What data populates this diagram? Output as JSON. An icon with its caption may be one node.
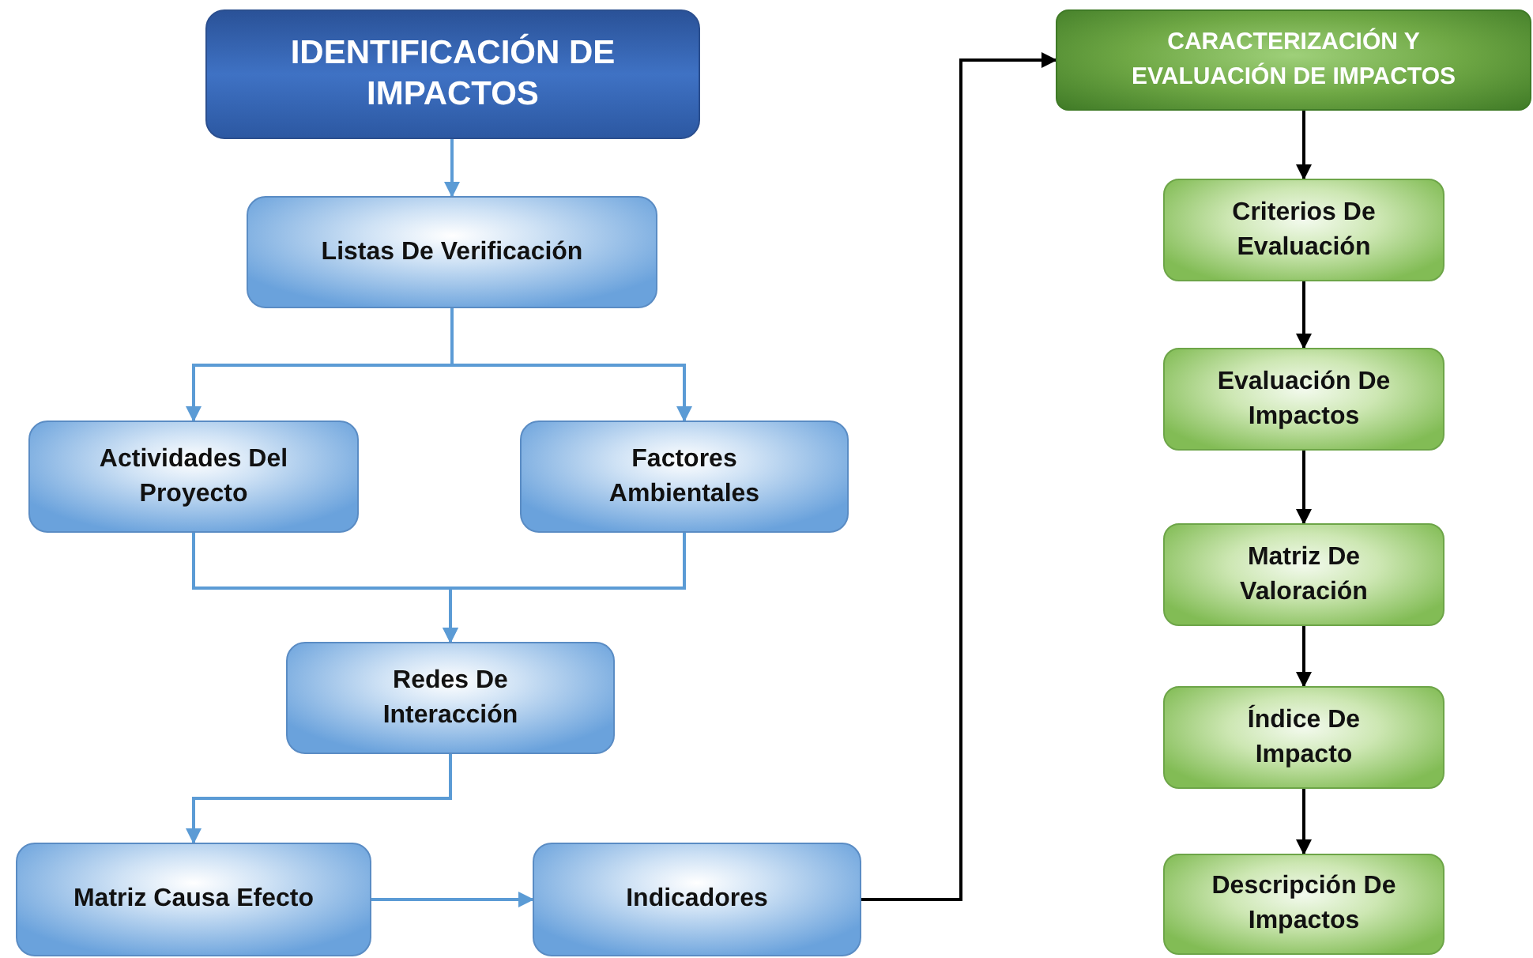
{
  "diagram": {
    "nodes": [
      {
        "text": [
          "IDENTIFICACIÓN DE IMPACTOS"
        ]
      },
      {
        "text": [
          "Listas De Verificación"
        ]
      },
      {
        "text": [
          "Actividades Del Proyecto"
        ]
      },
      {
        "text": [
          "Factores Ambientales"
        ]
      },
      {
        "text": [
          "Redes De Interacción"
        ]
      },
      {
        "text": [
          "Matriz Causa Efecto"
        ]
      },
      {
        "text": [
          "Indicadores"
        ]
      },
      {
        "text": [
          "CARACTERIZACIÓN Y EVALUACIÓN DE IMPACTOS"
        ]
      },
      {
        "text": [
          "Criterios De Evaluación"
        ]
      },
      {
        "text": [
          "Evaluación De Impactos"
        ]
      },
      {
        "text": [
          "Matriz De Valoración"
        ]
      },
      {
        "text": [
          "Índice De Impacto"
        ]
      },
      {
        "text": [
          "Descripción De Impactos"
        ]
      }
    ],
    "edges": [
      {
        "from": 0,
        "to": 1,
        "arrow": "to"
      },
      {
        "from": 1,
        "to": 2,
        "arrow": "to"
      },
      {
        "from": 1,
        "to": 3,
        "arrow": "to"
      },
      {
        "from": 2,
        "to": 4,
        "arrow": "to"
      },
      {
        "from": 3,
        "to": 4,
        "arrow": "to"
      },
      {
        "from": 4,
        "to": 5,
        "arrow": "to"
      },
      {
        "from": 5,
        "to": 6,
        "arrow": "to"
      },
      {
        "from": 6,
        "to": 7,
        "arrow": "to",
        "color": "#000000"
      },
      {
        "from": 7,
        "to": 8,
        "arrow": "to",
        "color": "#000000"
      },
      {
        "from": 8,
        "to": 9,
        "arrow": "to",
        "color": "#000000"
      },
      {
        "from": 9,
        "to": 10,
        "arrow": "to",
        "color": "#000000"
      },
      {
        "from": 10,
        "to": 11,
        "arrow": "to",
        "color": "#000000"
      },
      {
        "from": 11,
        "to": 12,
        "arrow": "to",
        "color": "#000000"
      }
    ]
  }
}
